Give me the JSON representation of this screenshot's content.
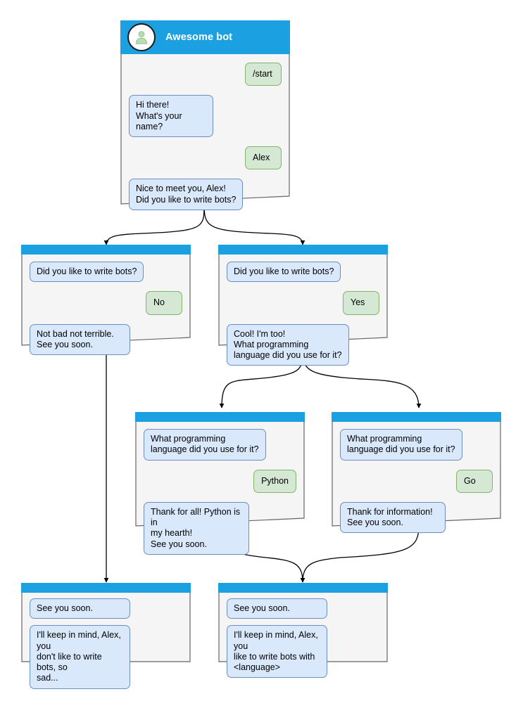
{
  "diagram": {
    "type": "bot-conversation-flowchart",
    "accent_blue": "#1ba1e2",
    "bot_bubble_fill": "#dae8fc",
    "bot_bubble_border": "#6c8ebf",
    "user_bubble_fill": "#d5e8d4",
    "user_bubble_border": "#82b366",
    "card_fill": "#f5f5f5",
    "card_border": "#666666",
    "edge_color": "#000000"
  },
  "cards": {
    "start": {
      "name": "start-card",
      "title": "Awesome bot",
      "avatar_icon": "person-avatar-icon",
      "messages": [
        {
          "from": "user",
          "text": "/start"
        },
        {
          "from": "bot",
          "text": "Hi there!\nWhat's your name?"
        },
        {
          "from": "user",
          "text": "Alex"
        },
        {
          "from": "bot",
          "text": "Nice to meet you, Alex!\nDid you like to write bots?"
        }
      ]
    },
    "answer_no": {
      "name": "answer-no-card",
      "messages": [
        {
          "from": "bot",
          "text": "Did you like to write bots?"
        },
        {
          "from": "user",
          "text": "No"
        },
        {
          "from": "bot",
          "text": "Not bad not terrible.\nSee you soon."
        }
      ]
    },
    "answer_yes": {
      "name": "answer-yes-card",
      "messages": [
        {
          "from": "bot",
          "text": "Did you like to write bots?"
        },
        {
          "from": "user",
          "text": "Yes"
        },
        {
          "from": "bot",
          "text": "Cool! I'm too!\nWhat programming\nlanguage did you use for it?"
        }
      ]
    },
    "lang_python": {
      "name": "language-python-card",
      "messages": [
        {
          "from": "bot",
          "text": "What programming\nlanguage did you use for it?"
        },
        {
          "from": "user",
          "text": "Python"
        },
        {
          "from": "bot",
          "text": "Thank for all! Python is in\nmy hearth!\nSee you soon."
        }
      ]
    },
    "lang_go": {
      "name": "language-go-card",
      "messages": [
        {
          "from": "bot",
          "text": "What programming\nlanguage did you use for it?"
        },
        {
          "from": "user",
          "text": "Go"
        },
        {
          "from": "bot",
          "text": "Thank for information!\nSee you soon."
        }
      ]
    },
    "end_sad": {
      "name": "end-sad-card",
      "messages": [
        {
          "from": "bot",
          "text": "See you soon."
        },
        {
          "from": "bot",
          "text": "I'll keep in mind, Alex, you\ndon't like to write bots, so\nsad..."
        }
      ]
    },
    "end_happy": {
      "name": "end-happy-card",
      "messages": [
        {
          "from": "bot",
          "text": "See you soon."
        },
        {
          "from": "bot",
          "text": "I'll keep in mind, Alex, you\nlike to write bots with\n<language>"
        }
      ]
    }
  }
}
